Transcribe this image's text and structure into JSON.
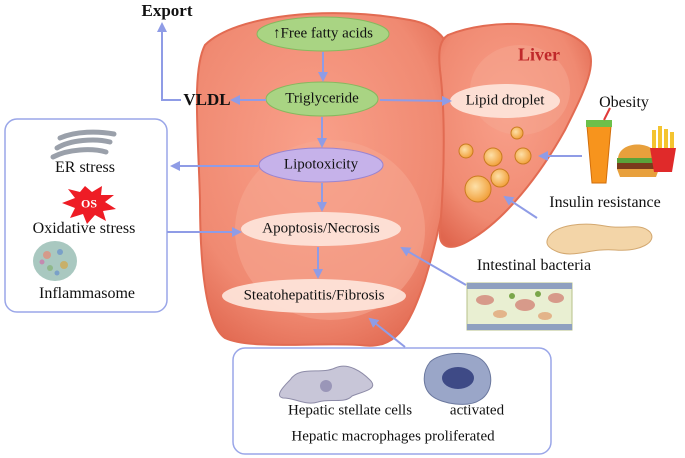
{
  "labels": {
    "export": "Export",
    "vldl": "VLDL",
    "free_fatty_acids": "↑Free fatty acids",
    "triglyceride": "Triglyceride",
    "lipid_droplet": "Lipid droplet",
    "liver": "Liver",
    "obesity": "Obesity",
    "insulin_resistance": "Insulin resistance",
    "lipotoxicity": "Lipotoxicity",
    "apoptosis_necrosis": "Apoptosis/Necrosis",
    "steatohepatitis_fibrosis": "Steatohepatitis/Fibrosis",
    "intestinal_bacteria": "Intestinal bacteria",
    "er_stress": "ER stress",
    "os": "OS",
    "oxidative_stress": "Oxidative stress",
    "inflammasome": "Inflammasome",
    "hepatic_stellate_cells": "Hepatic stellate cells",
    "activated": "activated",
    "hepatic_macrophages": "Hepatic macrophages proliferated"
  },
  "colors": {
    "liver": "#f08a72",
    "liver_light": "#fbc0ae",
    "green_node": "#a9d483",
    "purple_node": "#c6b2ea",
    "pink_node": "#fde3d8",
    "arrow": "#8f9ce6",
    "box_border": "#9aa6e8",
    "liver_title": "#c0282a",
    "os_burst": "#ee1c25"
  }
}
